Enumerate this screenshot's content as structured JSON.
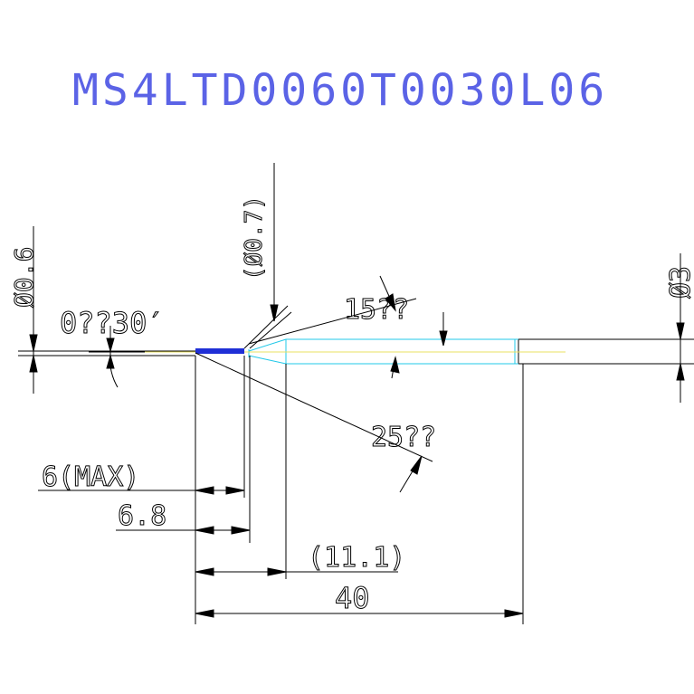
{
  "title": "MS4LTD0060T0030L06",
  "colors": {
    "title": "#5b63e6",
    "line": "#000000",
    "tip": "#1f2fd6",
    "shank_outline": "#22c8e8",
    "center_line": "#e8e060"
  },
  "dimensions": {
    "shank_diameter": "Ø3",
    "tip_diameter": "Ø0.6",
    "neck_diameter": "(Ø0.7)",
    "taper_angle": "0??30′",
    "chamfer_angle": "15??",
    "relief_angle": "25??",
    "effective_length": "6(MAX)",
    "neck_length": "6.8",
    "reference_length": "(11.1)",
    "overall_length": "40"
  }
}
